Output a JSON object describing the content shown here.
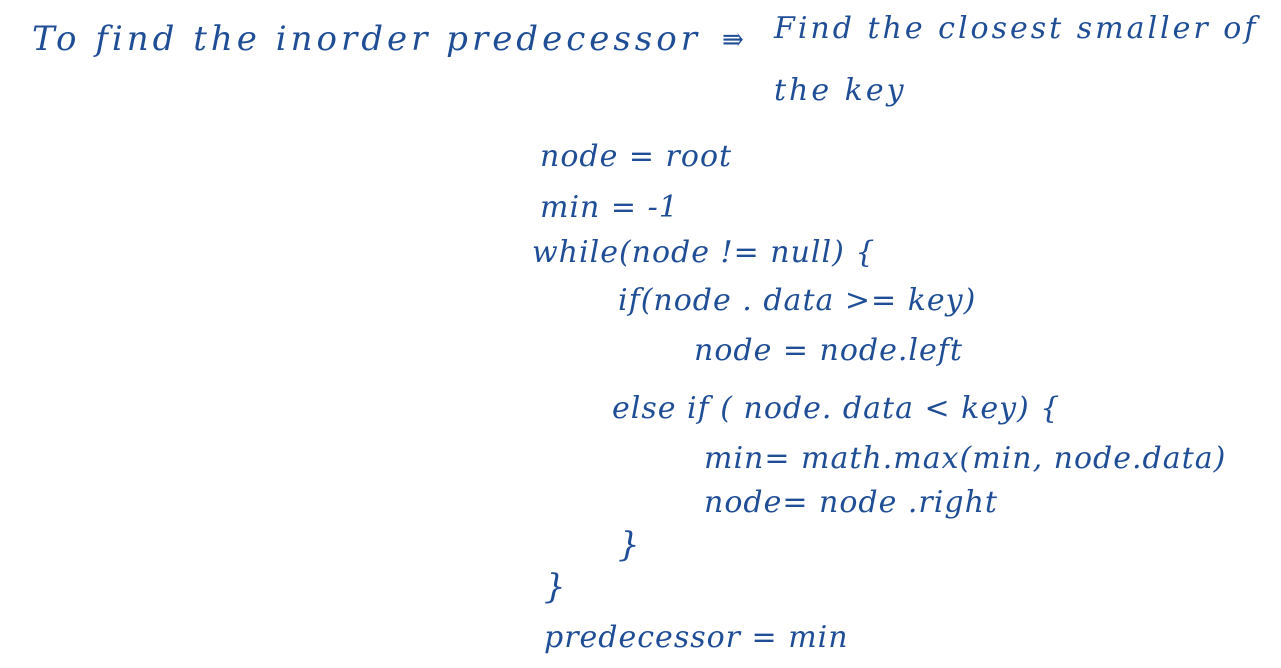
{
  "heading": {
    "left_text": "To find the inorder predecessor",
    "arrow_symbol": "⇛",
    "right_text": "Find the closest smaller of",
    "continuation": "the key"
  },
  "code_lines": [
    "node = root",
    "min = -1",
    "while(node != null) {",
    "if(node . data >= key)",
    "node = node.left",
    "else if ( node. data < key) {",
    "min= math.max(min, node.data)",
    "node= node .right",
    "}",
    "}",
    "predecessor = min"
  ],
  "colors": {
    "ink": "#1f4e96",
    "paper": "#ffffff"
  }
}
